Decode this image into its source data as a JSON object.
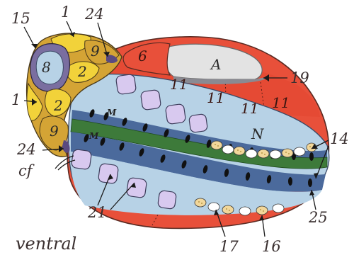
{
  "colors": {
    "red": "#e8503a",
    "blue": "#b7d2e6",
    "navy": "#4b6a9c",
    "green": "#3d7a3a",
    "yellow": "#f2d23a",
    "ochre": "#d4a435",
    "purple": "#7a6ea0",
    "lavender": "#d8c9ef",
    "gray": "#8a8a92"
  },
  "labels": {
    "n15": "15",
    "n1_top": "1",
    "n24_top": "24",
    "n9_top": "9",
    "n8": "8",
    "n2_top": "2",
    "n6": "6",
    "nA": "A",
    "n19": "19",
    "n11_a": "11",
    "n11_b": "11",
    "n11_c": "11",
    "n11_d": "11",
    "n1_left": "1",
    "n2_mid": "2",
    "n9_mid": "9",
    "n24_left": "24",
    "cf": "cf",
    "m1": "M",
    "m2": "M",
    "nN": "N",
    "n14": "14",
    "n25": "25",
    "n21": "21",
    "n17": "17",
    "n16": "16",
    "ventral": "ventral"
  }
}
